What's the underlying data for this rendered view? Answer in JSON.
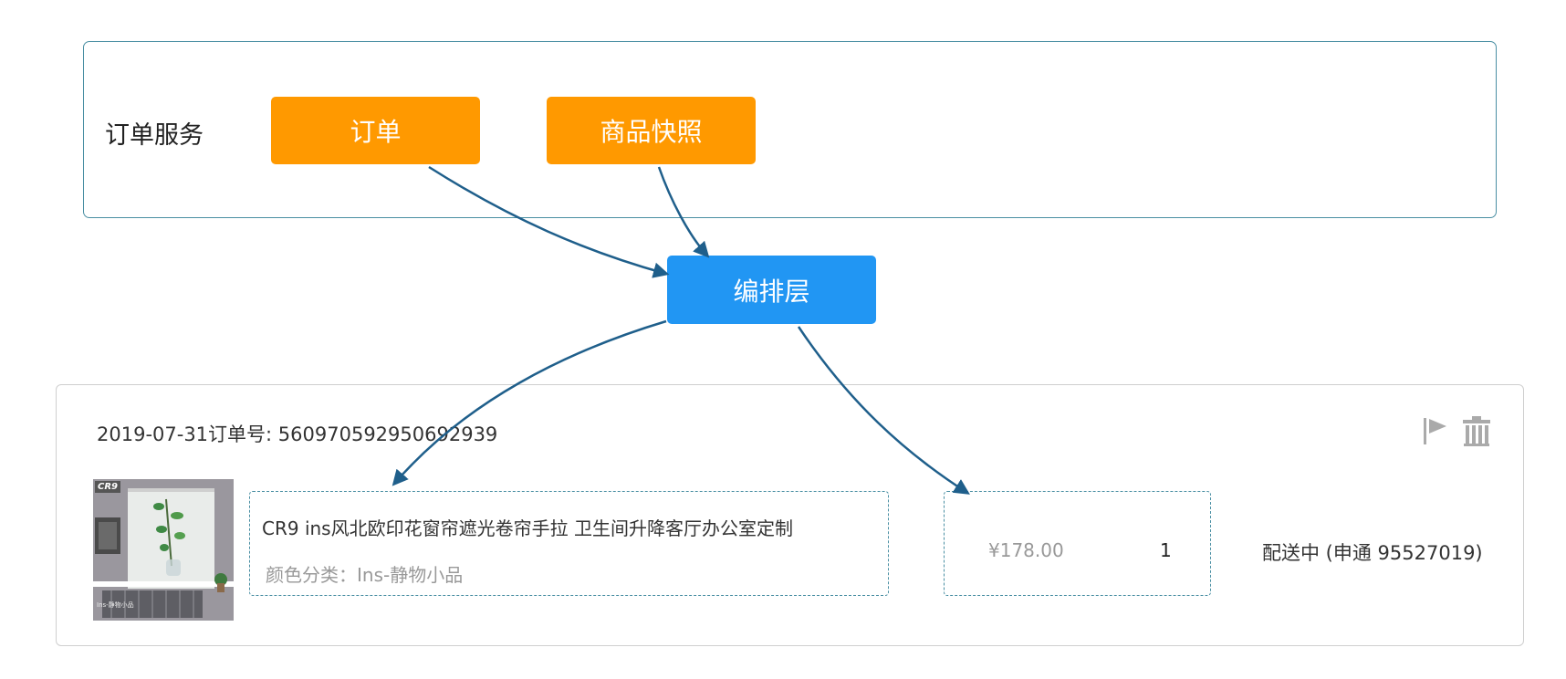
{
  "service": {
    "title": "订单服务",
    "order_label": "订单",
    "snapshot_label": "商品快照"
  },
  "layout_layer": {
    "label": "编排层"
  },
  "order": {
    "header": "2019-07-31订单号: 560970592950692939",
    "thumb_brand": "CR9",
    "thumb_caption": "Ins-静物小品",
    "product_title": "CR9 ins风北欧印花窗帘遮光卷帘手拉 卫生间升降客厅办公室定制",
    "sku": "颜色分类：Ins-静物小品",
    "price": "¥178.00",
    "quantity": "1",
    "delivery": "配送中 (申通 95527019)"
  },
  "icons": [
    "flag-icon",
    "trash-icon"
  ],
  "colors": {
    "orange": "#ff9900",
    "blue": "#2196f3",
    "arrow": "#1f5f8b",
    "panel_border": "#4a8fa3"
  }
}
